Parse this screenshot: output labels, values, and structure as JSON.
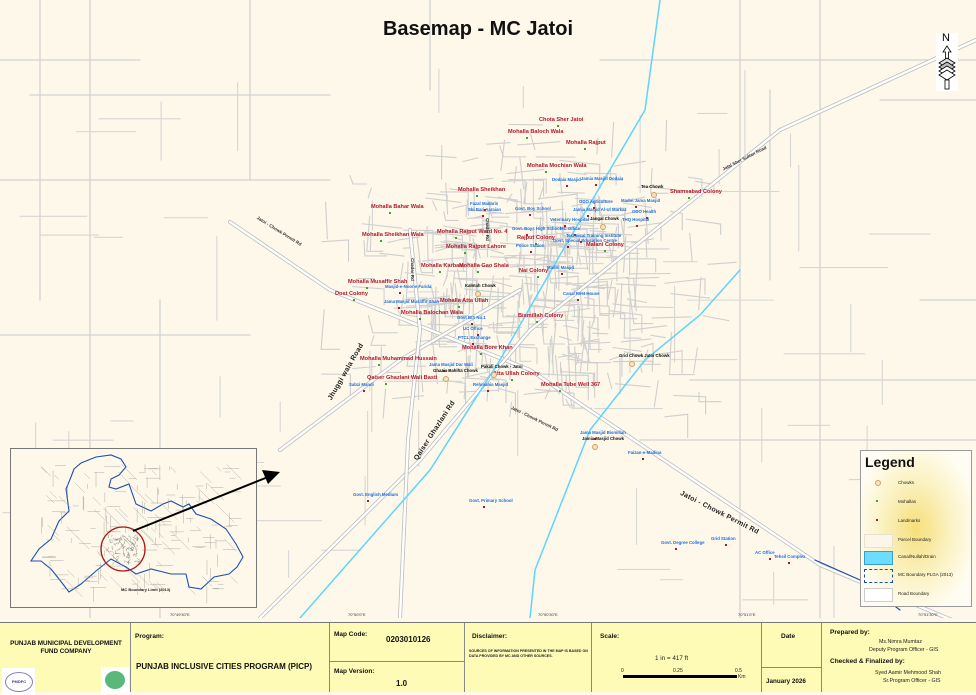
{
  "title": "Basemap - MC Jatoi",
  "colors": {
    "background": "#fdf8ea",
    "road": "#c9c9c9",
    "canal": "#5fd3ff",
    "mohalla": "#b3172b",
    "landmark": "#1b6fe0",
    "boundary": "#1d4fb0",
    "titleblock": "#fefbb6"
  },
  "north_arrow": {
    "label": "N"
  },
  "coordinates": [
    "70°49'30\"E",
    "70°50'0\"E",
    "70°50'30\"E",
    "70°51'0\"E",
    "70°51'30\"E"
  ],
  "roads": [
    "Jatoi - Chowk Permit Rd",
    "Qaiser Ghazlani Rd",
    "Jhuggi wala Road",
    "Jalal Sher Sultan Road",
    "Jatoi - Chowk Permit Rd",
    "Chadar Rd",
    "Chadar Rd",
    "Jatoi - Chowk Permit Rd"
  ],
  "mohallas": [
    "Chota Sher Jatoi",
    "Mohalla Baloch Wala",
    "Mohalla Rajput",
    "Mohalla Mochian Wala",
    "Mohalla Sheikhan",
    "Mohalla Bahar Wala",
    "Mohalla Sheikhan Wala",
    "Mohalla Rajput Ward No. 4",
    "Mohalla Rajput Lahore",
    "Rajput Colony",
    "Shamsabad Colony",
    "Malani Colony",
    "Mohalla Karbala",
    "Mohalla Gao Shala",
    "Nai Colony",
    "Mohalla Musaffir Shah",
    "Dost Colony",
    "Mohalla Atta Ullah",
    "Mohalla Balochan Wala",
    "Bismillah Colony",
    "Mohalla Bore Khan",
    "Mohalla Muhammad Hussain",
    "Atta Ullah Colony",
    "Qaiser Ghazlani Wali Basti",
    "Mohalla Tube Well 367"
  ],
  "landmarks": [
    "Dodaia Masjid",
    "Jamia Masjid Dodaia",
    "Fazal Madaris",
    "Sbi Bari Aaraian",
    "Govt. Boy School",
    "Madni Jama Masjid",
    "ODO Agriculture",
    "Jamia Masjid Al-Ul Markaz",
    "ODO Health",
    "Veterinary Hospital",
    "THQ Hospital",
    "Govt. Boys High School",
    "MC Office",
    "Technical Training Institute",
    "Govt. Special Education Centre",
    "Police Station",
    "Madni Masjid",
    "Canal Rest House",
    "Masjid-e-Noorie Farida",
    "Jama Masjid Musaffir Shah",
    "Govt B/S No.1",
    "UC Office",
    "PTCL Exchange",
    "Jama Masjid Dar Wali",
    "Sabzi Mandi",
    "Rehmania Masjid",
    "Jama Masjid Bismillah",
    "Faizan-e-Madina",
    "Govt. English Medium",
    "Govt. Primary School",
    "Govt. Degree College",
    "Grid Station",
    "AC Office",
    "Tehsil Complex"
  ],
  "chowks": [
    "Tea Chowk",
    "Jangal Chowk",
    "Kalmah Chowk",
    "Ghazia Bahiha Chowk",
    "Pakali Chowk - Jatoi",
    "Grid Chowk Jatoi Chowk",
    "Jamia Masjid Chowk"
  ],
  "inset": {
    "caption": "MC Boundary Limit (2013)"
  },
  "legend": {
    "title": "Legend",
    "items": [
      "Chowks",
      "Mohallas",
      "Landmarks",
      "Parcel Boundary",
      "Canal/Nullah/Drain",
      "MC Boundary PLGA (2013)",
      "Road Boundary"
    ]
  },
  "titleblock": {
    "org": "PUNJAB MUNICIPAL DEVELOPMENT FUND COMPANY",
    "logo_text": "PMDFC",
    "program_label": "Program:",
    "program": "PUNJAB INCLUSIVE CITIES PROGRAM (PICP)",
    "map_code_label": "Map Code:",
    "map_code": "0203010126",
    "map_version_label": "Map Version:",
    "map_version": "1.0",
    "disclaimer_label": "Disclaimer:",
    "disclaimer": "SOURCES OF INFORMATION PRESENTED IN THE MAP IS BASED ON DATA PROVIDED BY MC AND OTHER SOURCES.",
    "scale_label": "Scale:",
    "scale": "1 in = 417 ft",
    "scale_ticks": [
      "0",
      "0.25",
      "0.5"
    ],
    "scale_unit": "Km",
    "date_label": "Date",
    "date": "January 2026",
    "prepared_label": "Prepared by:",
    "prepared_name": "Ms.Nimra Mumtaz",
    "prepared_role": "Deputy Program Officer - GIS",
    "checked_label": "Checked & Finalized by:",
    "checked_name": "Syed Aamir Mehmood Shah",
    "checked_role": "Sr.Program Officer - GIS"
  }
}
